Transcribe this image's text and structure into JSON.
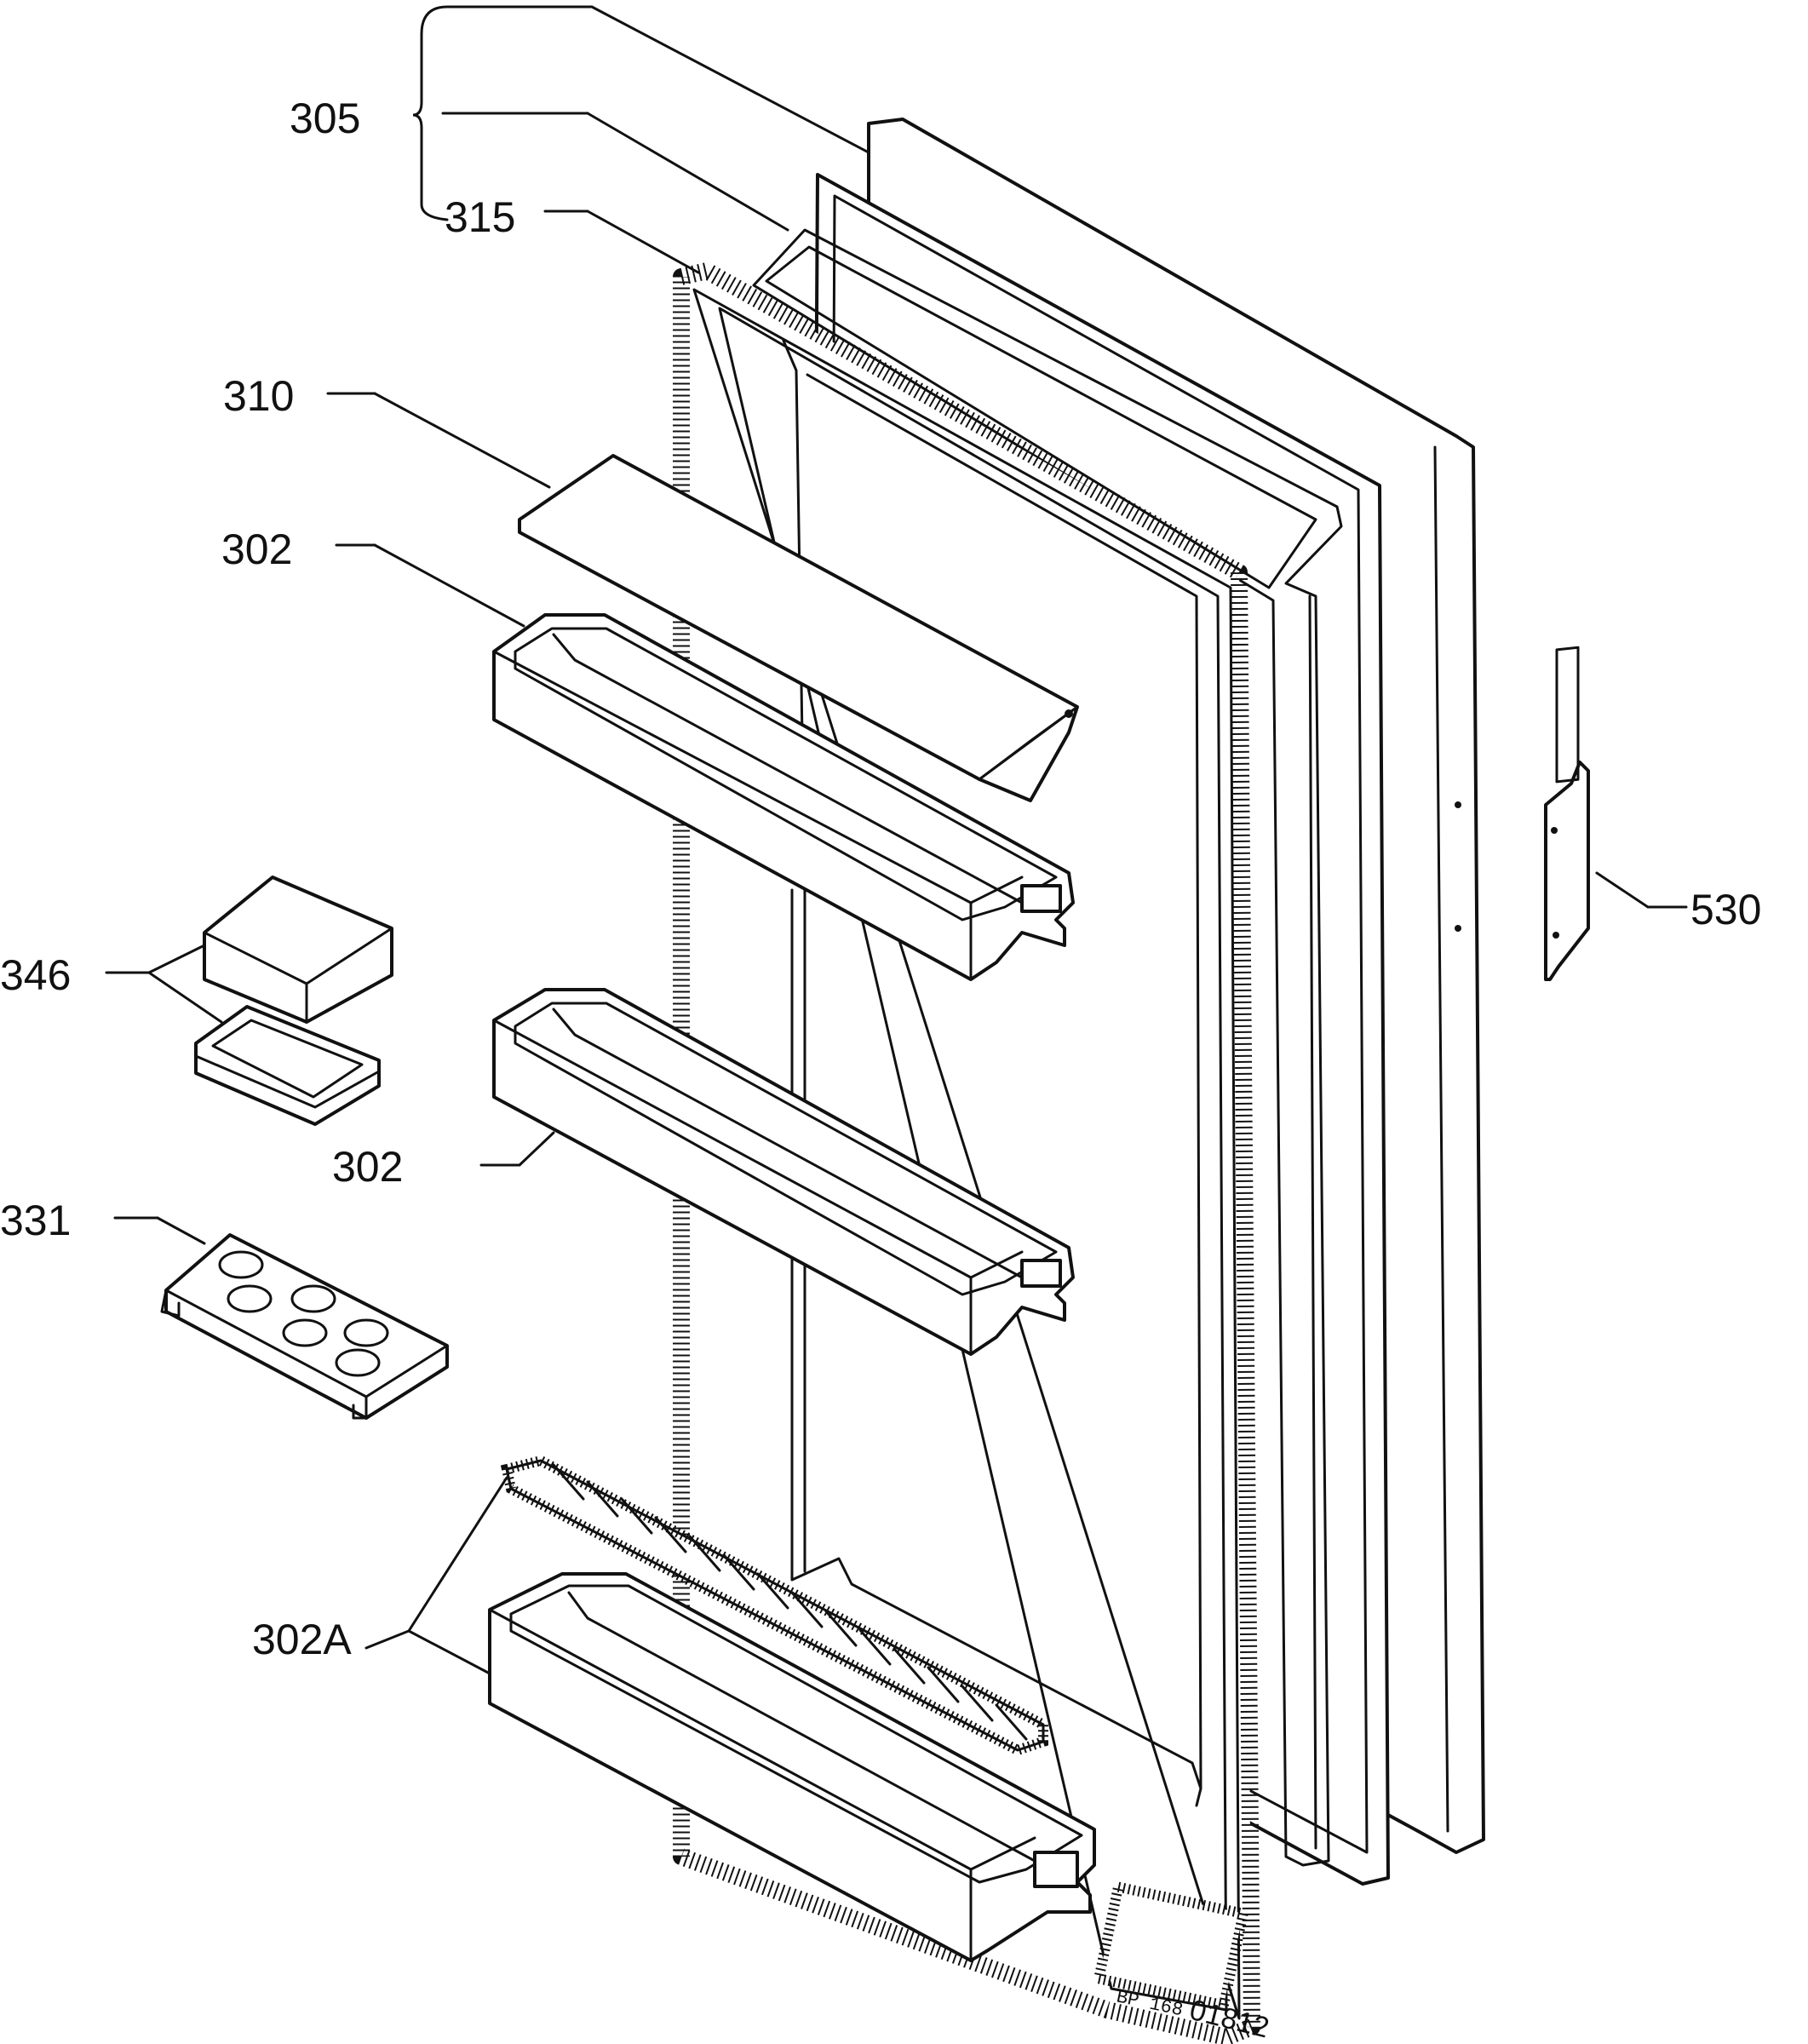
{
  "labels": {
    "l305": "305",
    "l315": "315",
    "l310": "310",
    "l302_top": "302",
    "l302_mid": "302",
    "l346": "346",
    "l331": "331",
    "l302a": "302A",
    "l530": "530"
  },
  "drawing_code": {
    "prefix": "BP 168",
    "number": "01812"
  }
}
